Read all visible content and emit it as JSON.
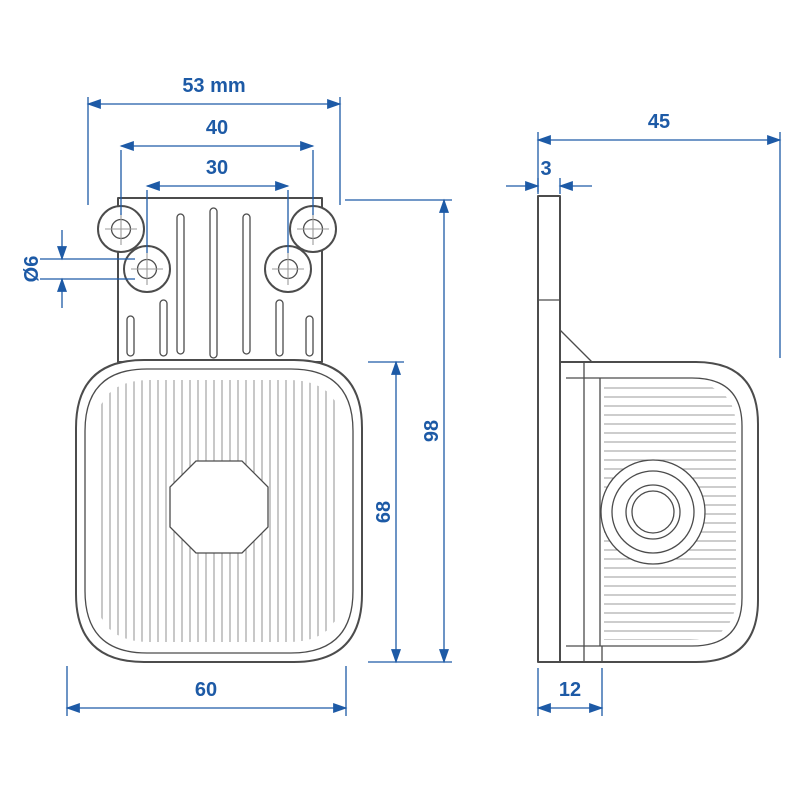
{
  "colors": {
    "dimension_blue": "#1d5aa6",
    "outline_gray": "#4c4c4c",
    "rib_gray": "#9b9b9b"
  },
  "front_view": {
    "dim_bracket_width": "53 mm",
    "dim_hole_pitch_outer": "40",
    "dim_hole_pitch_inner": "30",
    "dim_hole_diameter": "Ø6",
    "dim_overall_height": "98",
    "dim_lens_height": "68",
    "dim_lens_width": "60"
  },
  "side_view": {
    "dim_overall_depth": "45",
    "dim_plate_thickness": "3",
    "dim_base_depth": "12"
  }
}
